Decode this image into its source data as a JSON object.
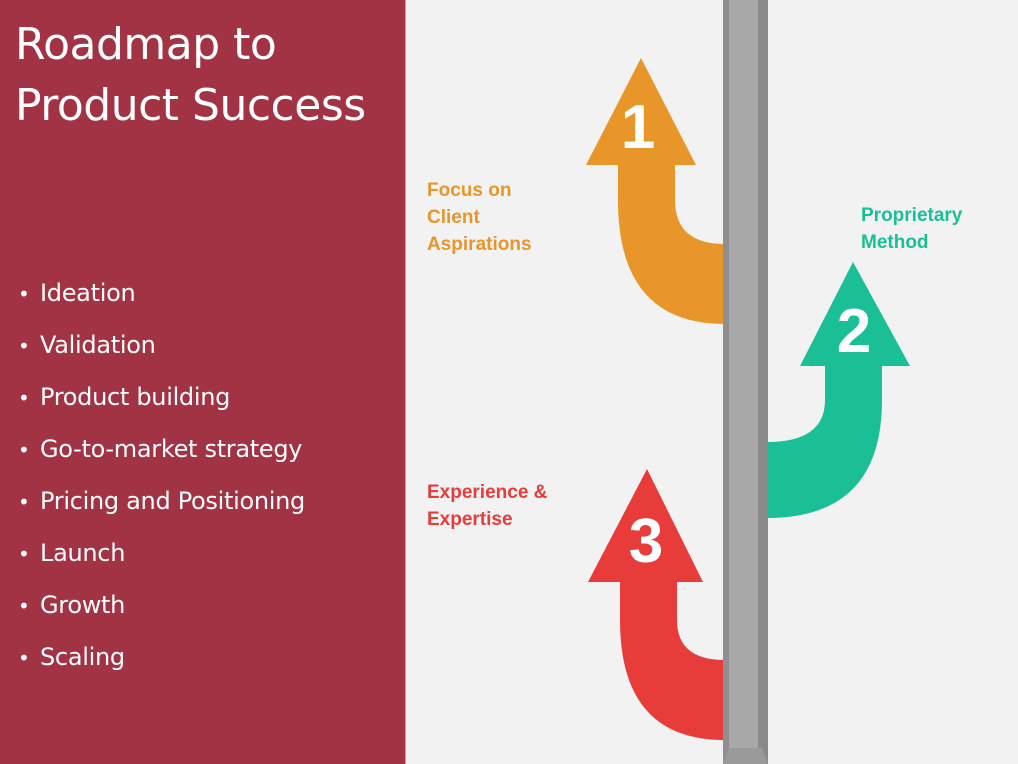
{
  "title": {
    "line1": "Roadmap to",
    "line2": "Product Success"
  },
  "topics": [
    "Ideation",
    "Validation",
    "Product building",
    "Go-to-market strategy",
    "Pricing and Positioning",
    "Launch",
    "Growth",
    "Scaling"
  ],
  "steps": [
    {
      "number": "1",
      "lines": [
        "Focus on",
        "Client",
        "Aspirations"
      ],
      "color": "#e8962a"
    },
    {
      "number": "2",
      "lines": [
        "Proprietary",
        "Method"
      ],
      "color": "#1bbf96"
    },
    {
      "number": "3",
      "lines": [
        "Experience &",
        "Expertise"
      ],
      "color": "#e83c3a"
    }
  ],
  "colors": {
    "panel": "#a23345",
    "background": "#f2f2f2",
    "pole": "#a8a8a8"
  },
  "icons": {
    "bullet": "•"
  }
}
